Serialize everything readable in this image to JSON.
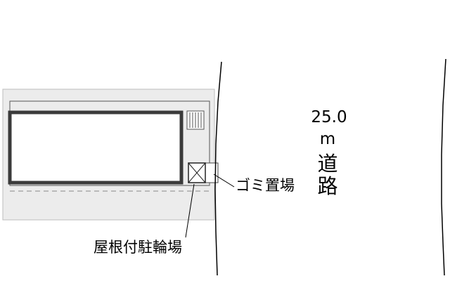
{
  "road": {
    "width_value": "25.0",
    "width_unit": "m",
    "label_char_1": "道",
    "label_char_2": "路"
  },
  "labels": {
    "garbage_area": "ゴミ置場",
    "covered_bike_parking": "屋根付駐輪場"
  },
  "colors": {
    "lot_fill": "#ececec",
    "building_border": "#3a3a3a",
    "line": "#000000"
  }
}
